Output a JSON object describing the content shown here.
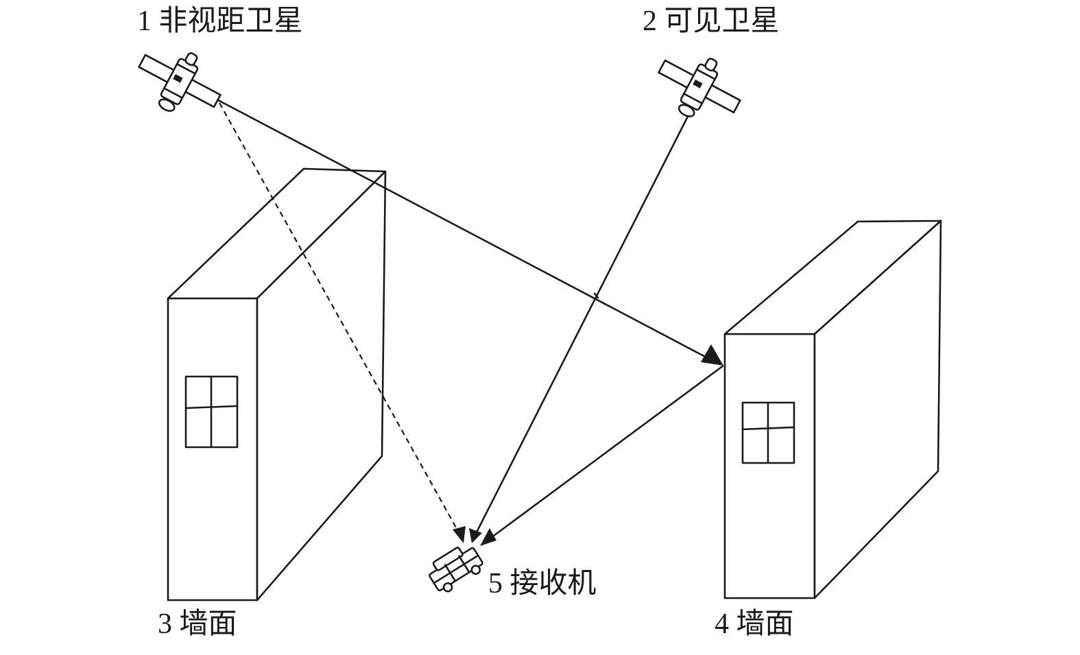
{
  "labels": {
    "nlos_satellite": "1 非视距卫星",
    "visible_satellite": "2 可见卫星",
    "wall_left": "3 墙面",
    "wall_right": "4 墙面",
    "receiver": "5 接收机"
  },
  "elements": {
    "satellites": [
      "satellite-icon",
      "satellite-icon"
    ],
    "buildings": [
      "building",
      "building"
    ],
    "receiver_icon": "car-icon"
  }
}
